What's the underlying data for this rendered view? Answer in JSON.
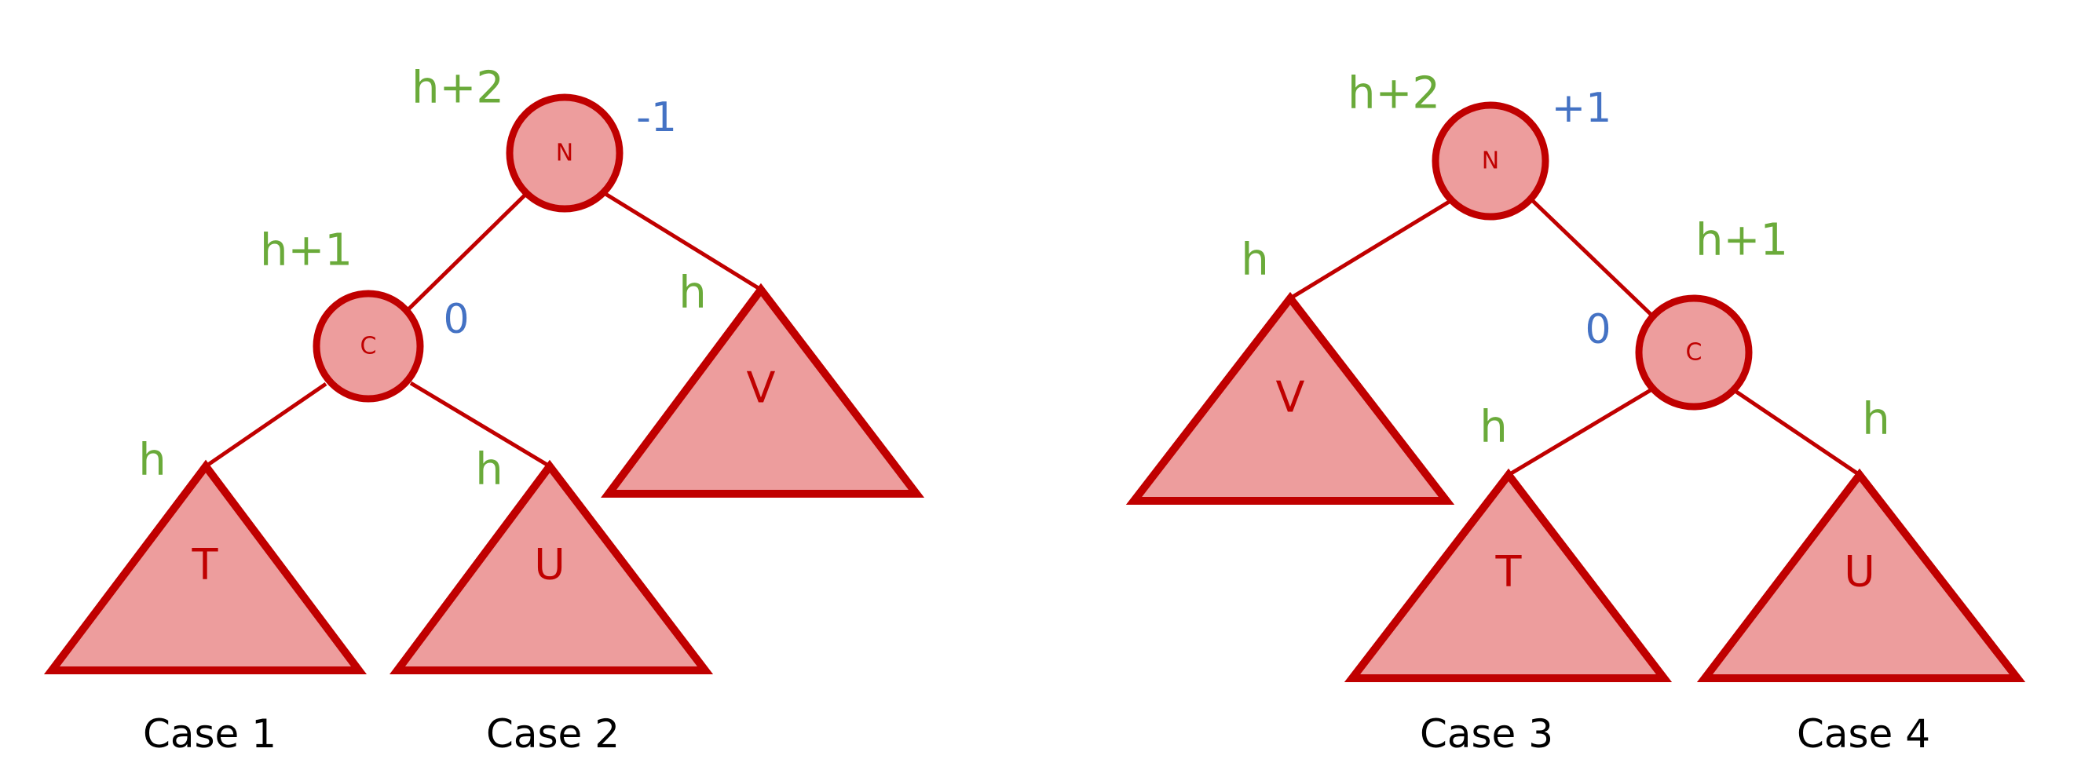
{
  "colors": {
    "stroke": "#c00000",
    "fill": "#ed9d9d",
    "height": "#6aaa3a",
    "balance": "#4472c4",
    "caption": "#000000"
  },
  "left_tree": {
    "root": {
      "label": "N",
      "height": "h+2",
      "balance": "-1"
    },
    "child": {
      "label": "C",
      "height": "h+1",
      "balance": "0"
    },
    "subtrees": [
      {
        "label": "T",
        "height": "h"
      },
      {
        "label": "U",
        "height": "h"
      },
      {
        "label": "V",
        "height": "h"
      }
    ],
    "captions": [
      "Case 1",
      "Case 2"
    ]
  },
  "right_tree": {
    "root": {
      "label": "N",
      "height": "h+2",
      "balance": "+1"
    },
    "child": {
      "label": "C",
      "height": "h+1",
      "balance": "0"
    },
    "subtrees": [
      {
        "label": "V",
        "height": "h"
      },
      {
        "label": "T",
        "height": "h"
      },
      {
        "label": "U",
        "height": "h"
      }
    ],
    "captions": [
      "Case 3",
      "Case 4"
    ]
  }
}
